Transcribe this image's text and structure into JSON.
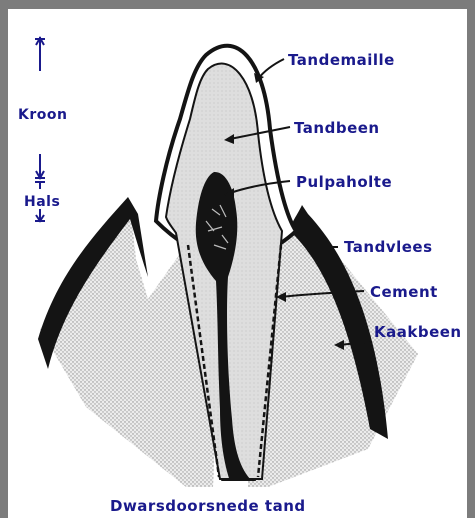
{
  "labels": {
    "crown": "Kroon",
    "neck": "Hals",
    "enamel": "Tandemaille",
    "dentin": "Tandbeen",
    "pulp_cavity": "Pulpaholte",
    "gum": "Tandvlees",
    "cementum": "Cement",
    "jawbone": "Kaakbeen",
    "caption": "Dwarsdoorsnede tand"
  },
  "colors": {
    "label": "#1a1a8c",
    "frame": "#7c7c7c",
    "dentin_fill": "#dcdcdc",
    "dark": "#141414"
  }
}
